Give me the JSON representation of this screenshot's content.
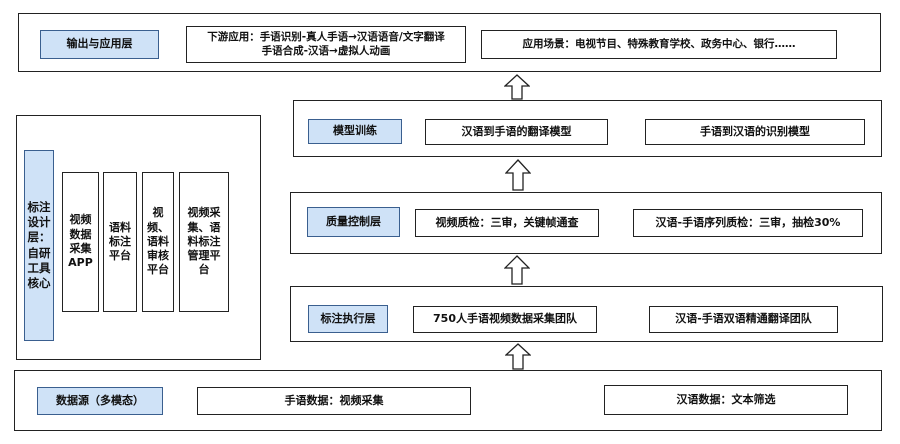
{
  "output_layer": {
    "tag": "输出与应用层",
    "downstream_line1": "下游应用：手语识别-真人手语→汉语语音/文字翻译",
    "downstream_line2": "手语合成-汉语→虚拟人动画",
    "scenarios": "应用场景：电视节目、特殊教育学校、政务中心、银行……"
  },
  "model_layer": {
    "tag": "模型训练",
    "translation_model": "汉语到手语的翻译模型",
    "recognition_model": "手语到汉语的识别模型"
  },
  "quality_layer": {
    "tag": "质量控制层",
    "video_qc": "视频质检：三审，关键帧通查",
    "sequence_qc": "汉语-手语序列质检：三审，抽检30%"
  },
  "annotation_layer": {
    "tag": "标注执行层",
    "collection_team": "750人手语视频数据采集团队",
    "translation_team": "汉语-手语双语精通翻译团队"
  },
  "data_source_layer": {
    "tag": "数据源（多模态）",
    "sign_data": "手语数据：视频采集",
    "chinese_data": "汉语数据：文本筛选"
  },
  "tools_layer": {
    "tag": "标注设计层：自研工具核心",
    "tools": [
      "视频数据采集APP",
      "语料标注平台",
      "视频、语料审核平台",
      "视频采集、语料标注管理平台"
    ]
  },
  "colors": {
    "tag_fill": "#cfe2f7",
    "tag_border": "#3a5f8f",
    "line": "#222222"
  }
}
